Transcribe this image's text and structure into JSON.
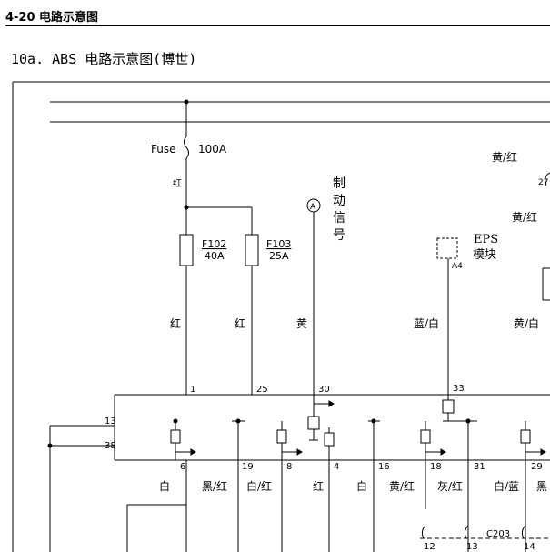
{
  "header": {
    "title": "4-20 电路示意图"
  },
  "section": {
    "title": "10a.    ABS 电路示意图(博世)"
  },
  "fuse": {
    "label": "Fuse",
    "rating": "100A",
    "wire": "红"
  },
  "fuses": [
    {
      "id": "F102",
      "rating": "40A"
    },
    {
      "id": "F103",
      "rating": "25A"
    }
  ],
  "connector_a": {
    "label": "A"
  },
  "brake_signal": {
    "chars": [
      "制",
      "动",
      "信",
      "号"
    ]
  },
  "eps": {
    "line1": "EPS",
    "line2": "模块",
    "pin": "A4"
  },
  "right_labels": {
    "top": "黄/红",
    "pin": "27",
    "mid": "黄/红"
  },
  "wire_labels_upper": [
    "红",
    "红",
    "黄",
    "蓝/白",
    "黄/白"
  ],
  "module_pins_top": [
    "1",
    "25",
    "30",
    "33"
  ],
  "module_pins_left": [
    "13",
    "38"
  ],
  "module_pins_bottom": [
    "6",
    "19",
    "8",
    "4",
    "16",
    "18",
    "31",
    "29"
  ],
  "wire_labels_lower": [
    "白",
    "黑/红",
    "白/红",
    "红",
    "白",
    "黄/红",
    "灰/红",
    "白/蓝",
    "黑"
  ],
  "connector_c203": {
    "label": "C203",
    "pins": [
      "12",
      "13",
      "14"
    ]
  }
}
